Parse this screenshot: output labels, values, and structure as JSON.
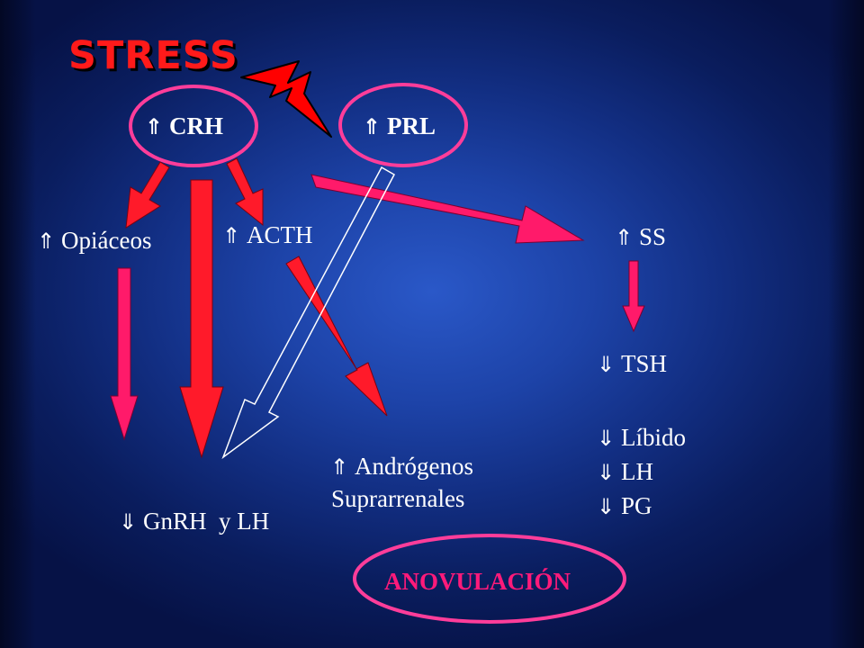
{
  "title": "STRESS",
  "symbols": {
    "up": "⇑",
    "down": "⇓"
  },
  "nodes": {
    "crh": "CRH",
    "prl": "PRL",
    "opiaceos": "Opiáceos",
    "acth": "ACTH",
    "ss": "SS",
    "tsh": "TSH",
    "gnrh_lh": "GnRH  y LH",
    "androgenos_line1": "Andrógenos",
    "androgenos_line2": "Suprarrenales",
    "libido": "Líbido",
    "lh": "LH",
    "pg": "PG",
    "anovulacion": "ANOVULACIÓN"
  },
  "colors": {
    "background": "#1d43a8",
    "title": "#ff1a1a",
    "ellipse_outline": "#ff3d9a",
    "arrow_red": "#ff1a2a",
    "arrow_pink": "#ff1a6a",
    "lightning": "#ff0000",
    "text": "#ffffff",
    "anovulacion_text": "#ff1a7a"
  },
  "icons": [
    "lightning-bolt-icon",
    "up-double-arrow-icon",
    "down-double-arrow-icon"
  ]
}
